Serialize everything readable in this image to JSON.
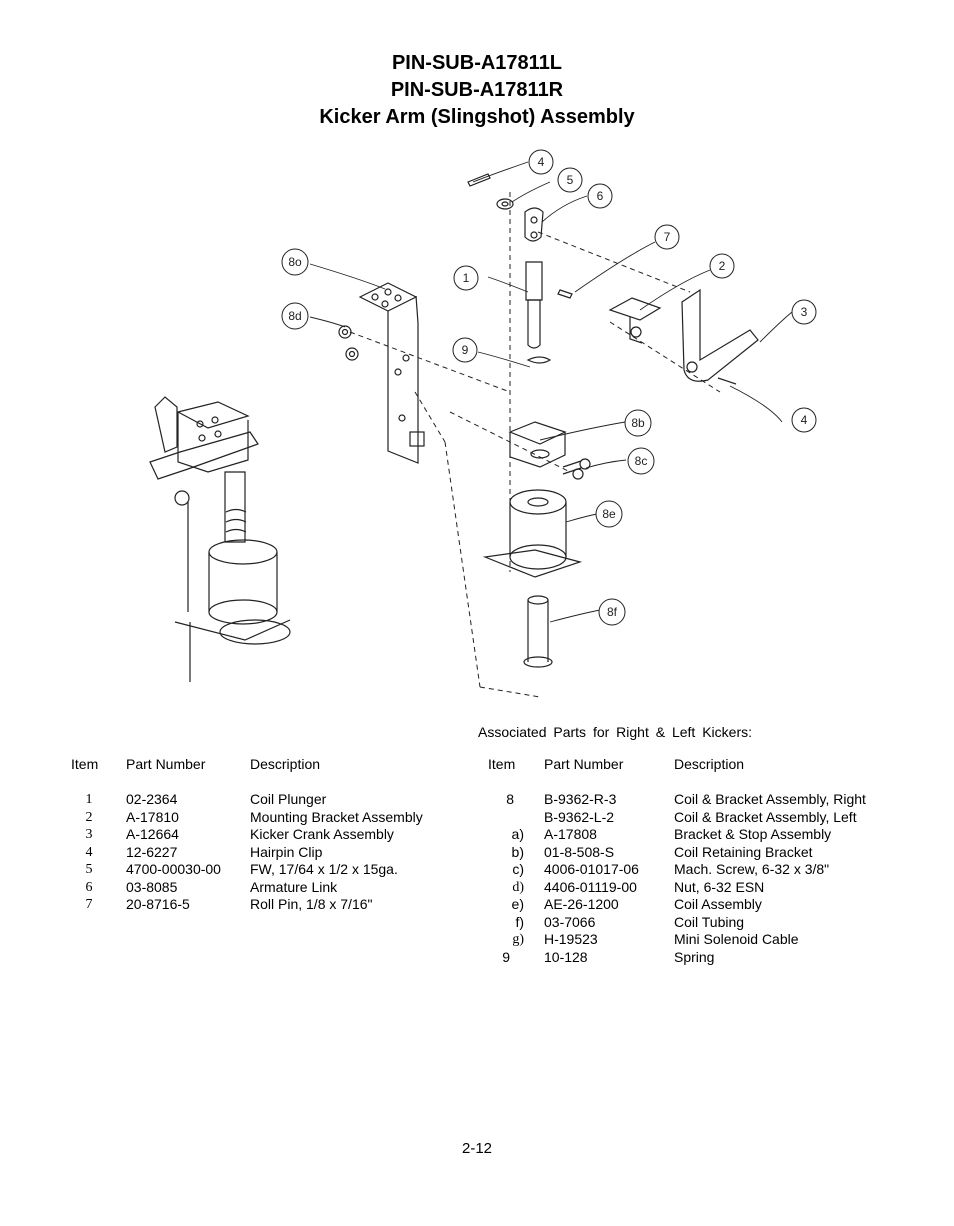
{
  "title": {
    "line1": "PIN-SUB-A17811L",
    "line2": "PIN-SUB-A17811R",
    "line3": "Kicker Arm (Slingshot) Assembly"
  },
  "diagram": {
    "callouts": [
      "4",
      "5",
      "6",
      "7",
      "1",
      "2",
      "3",
      "8o",
      "8d",
      "9",
      "8b",
      "8c",
      "4",
      "8e",
      "8f"
    ]
  },
  "associated_heading": "Associated Parts for Right & Left Kickers:",
  "left_table": {
    "headers": {
      "item": "Item",
      "part": "Part Number",
      "desc": "Description"
    },
    "rows": [
      {
        "item": "1",
        "part": "02-2364",
        "desc": "Coil Plunger"
      },
      {
        "item": "2",
        "part": "A-17810",
        "desc": "Mounting Bracket Assembly"
      },
      {
        "item": "3",
        "part": "A-12664",
        "desc": "Kicker Crank Assembly"
      },
      {
        "item": "4",
        "part": "12-6227",
        "desc": "Hairpin Clip"
      },
      {
        "item": "5",
        "part": "4700-00030-00",
        "desc": "FW, 17/64 x 1/2 x 15ga."
      },
      {
        "item": "6",
        "part": "03-8085",
        "desc": "Armature Link"
      },
      {
        "item": "7",
        "part": "20-8716-5",
        "desc": "Roll Pin, 1/8 x 7/16\""
      }
    ]
  },
  "right_table": {
    "headers": {
      "item": "Item",
      "part": "Part Number",
      "desc": "Description"
    },
    "rows": [
      {
        "item": "8",
        "part": "B-9362-R-3",
        "desc": "Coil & Bracket Assembly, Right"
      },
      {
        "item": "",
        "part": "B-9362-L-2",
        "desc": "Coil & Bracket Assembly, Left"
      },
      {
        "item": "a)",
        "part": "A-17808",
        "desc": "Bracket & Stop Assembly"
      },
      {
        "item": "b)",
        "part": "01-8-508-S",
        "desc": "Coil Retaining Bracket"
      },
      {
        "item": "c)",
        "part": "4006-01017-06",
        "desc": "Mach. Screw, 6-32 x 3/8\""
      },
      {
        "item": "d)",
        "part": "4406-01119-00",
        "desc": "Nut, 6-32 ESN"
      },
      {
        "item": "e)",
        "part": "AE-26-1200",
        "desc": "Coil Assembly"
      },
      {
        "item": "f)",
        "part": "03-7066",
        "desc": "Coil Tubing"
      },
      {
        "item": "g)",
        "part": "H-19523",
        "desc": "Mini Solenoid Cable"
      },
      {
        "item": "9",
        "part": "10-128",
        "desc": "Spring"
      }
    ]
  },
  "page_number": "2-12"
}
